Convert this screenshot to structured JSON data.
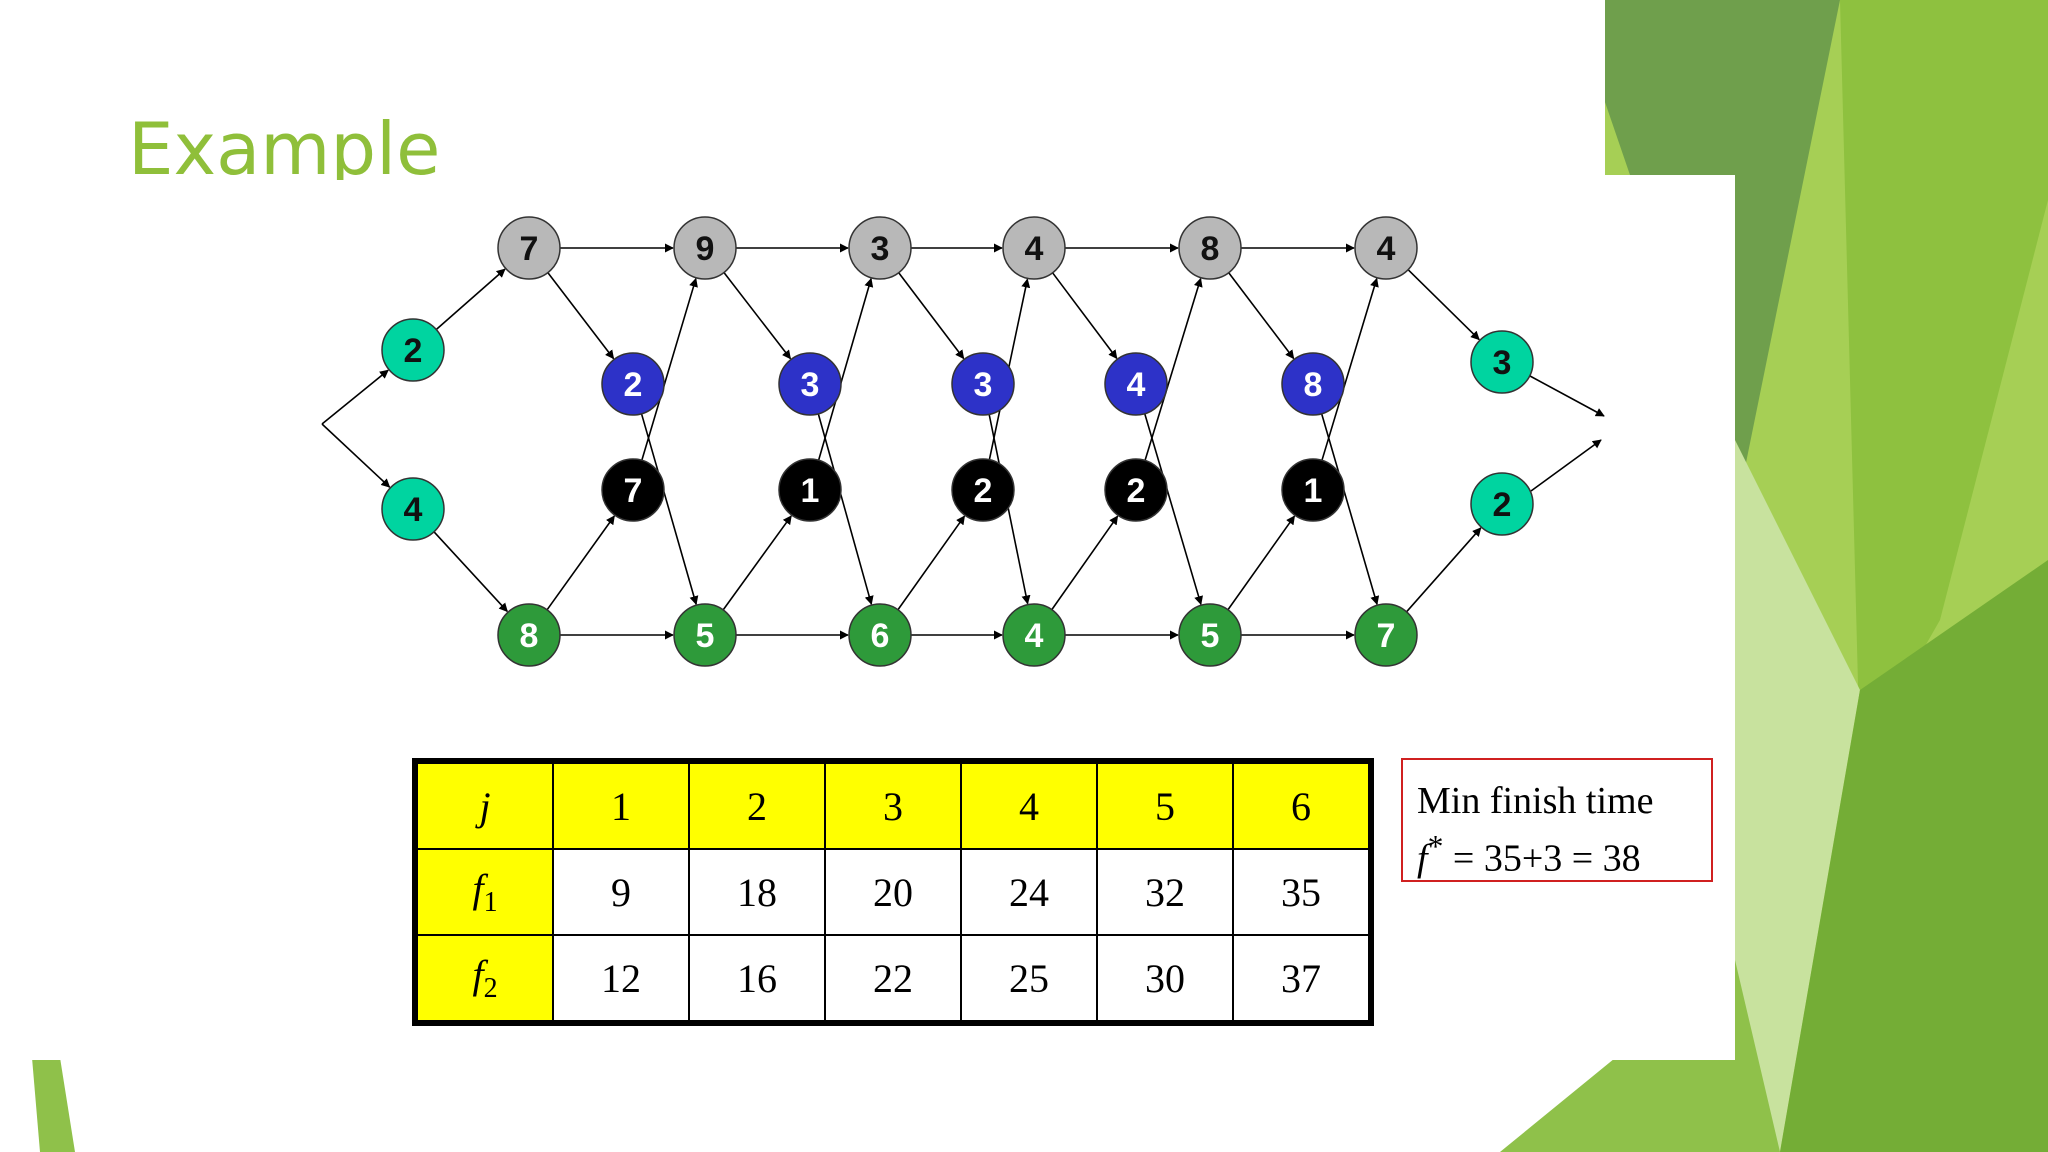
{
  "slide": {
    "title": "Example"
  },
  "diagram": {
    "top_line": [
      "7",
      "9",
      "3",
      "4",
      "8",
      "4"
    ],
    "top_line_2": [
      "2",
      "3",
      "3",
      "4",
      "8"
    ],
    "bottom_line_2": [
      "7",
      "1",
      "2",
      "2",
      "1"
    ],
    "bottom_line": [
      "8",
      "5",
      "6",
      "4",
      "5",
      "7"
    ],
    "entry_costs": [
      "2",
      "4"
    ],
    "exit_costs": [
      "3",
      "2"
    ],
    "colors": {
      "station_line1": "#b8b8b8",
      "transfer_line1": "#2d32c8",
      "transfer_line2": "#000000",
      "station_line2": "#2e9a3a",
      "entry_exit": "#00d4a0",
      "accent": "#8fbf3a"
    }
  },
  "table": {
    "header_label": "j",
    "columns": [
      "1",
      "2",
      "3",
      "4",
      "5",
      "6"
    ],
    "rows": [
      {
        "label_base": "f",
        "label_sub": "1",
        "values": [
          "9",
          "18",
          "20",
          "24",
          "32",
          "35"
        ]
      },
      {
        "label_base": "f",
        "label_sub": "2",
        "values": [
          "12",
          "16",
          "22",
          "25",
          "30",
          "37"
        ]
      }
    ]
  },
  "result": {
    "line1": "Min finish time",
    "f_symbol": "f",
    "f_superscript": "*",
    "line2_rest": " = 35+3 = 38"
  }
}
